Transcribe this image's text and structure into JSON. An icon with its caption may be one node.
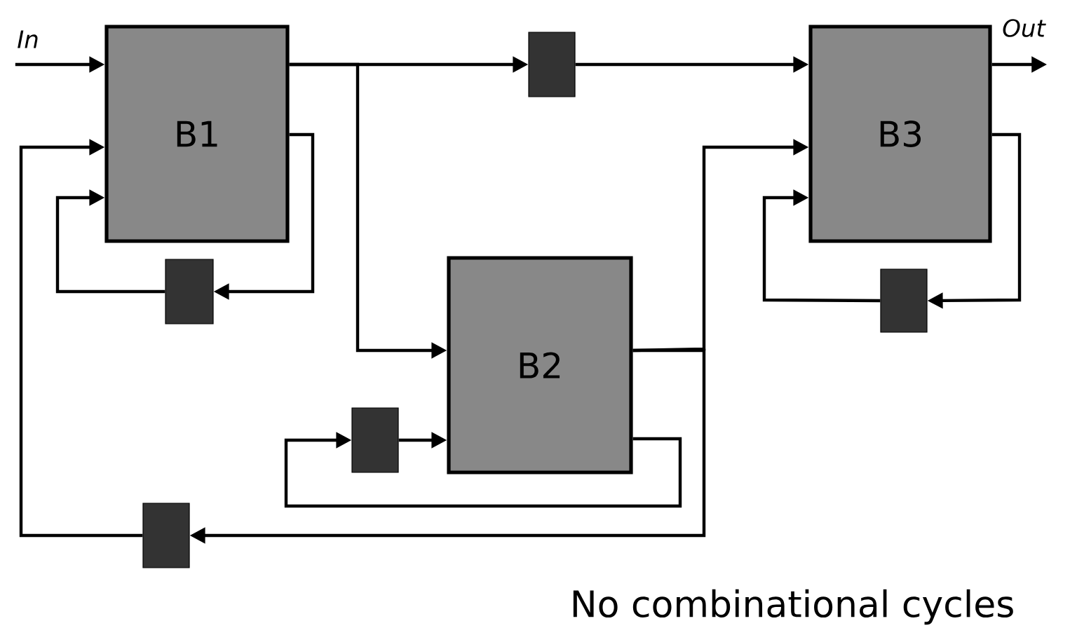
{
  "diagram": {
    "nodes": [
      {
        "text": [
          "In"
        ]
      },
      {
        "text": [
          "B1"
        ]
      },
      {
        "text": [],
        "shape": "box"
      },
      {
        "text": [
          "B3"
        ]
      },
      {
        "text": [
          "Out"
        ]
      },
      {
        "text": [],
        "shape": "box"
      },
      {
        "text": [
          "B2"
        ]
      },
      {
        "text": [],
        "shape": "box"
      },
      {
        "text": [],
        "shape": "box"
      },
      {
        "text": [],
        "shape": "box"
      }
    ],
    "edges": [
      {
        "from": 0,
        "to": 1,
        "arrow": "to"
      },
      {
        "from": 1,
        "to": 2,
        "arrow": "to"
      },
      {
        "from": 2,
        "to": 3,
        "arrow": "to"
      },
      {
        "from": 1,
        "to": 6,
        "arrow": "to"
      },
      {
        "from": 3,
        "to": 4,
        "arrow": "to"
      },
      {
        "from": 1,
        "to": 5,
        "arrow": "to"
      },
      {
        "from": 5,
        "to": 1,
        "arrow": "to"
      },
      {
        "from": 6,
        "to": 3,
        "arrow": "to"
      },
      {
        "from": 6,
        "to": 9,
        "arrow": "to"
      },
      {
        "from": 9,
        "to": 1,
        "arrow": "to"
      },
      {
        "from": 3,
        "to": 7,
        "arrow": "to"
      },
      {
        "from": 7,
        "to": 3,
        "arrow": "to"
      },
      {
        "from": 6,
        "to": 8,
        "arrow": "to"
      },
      {
        "from": 8,
        "to": 6,
        "arrow": "to"
      }
    ],
    "labels": [
      "No combinational cycles"
    ]
  }
}
